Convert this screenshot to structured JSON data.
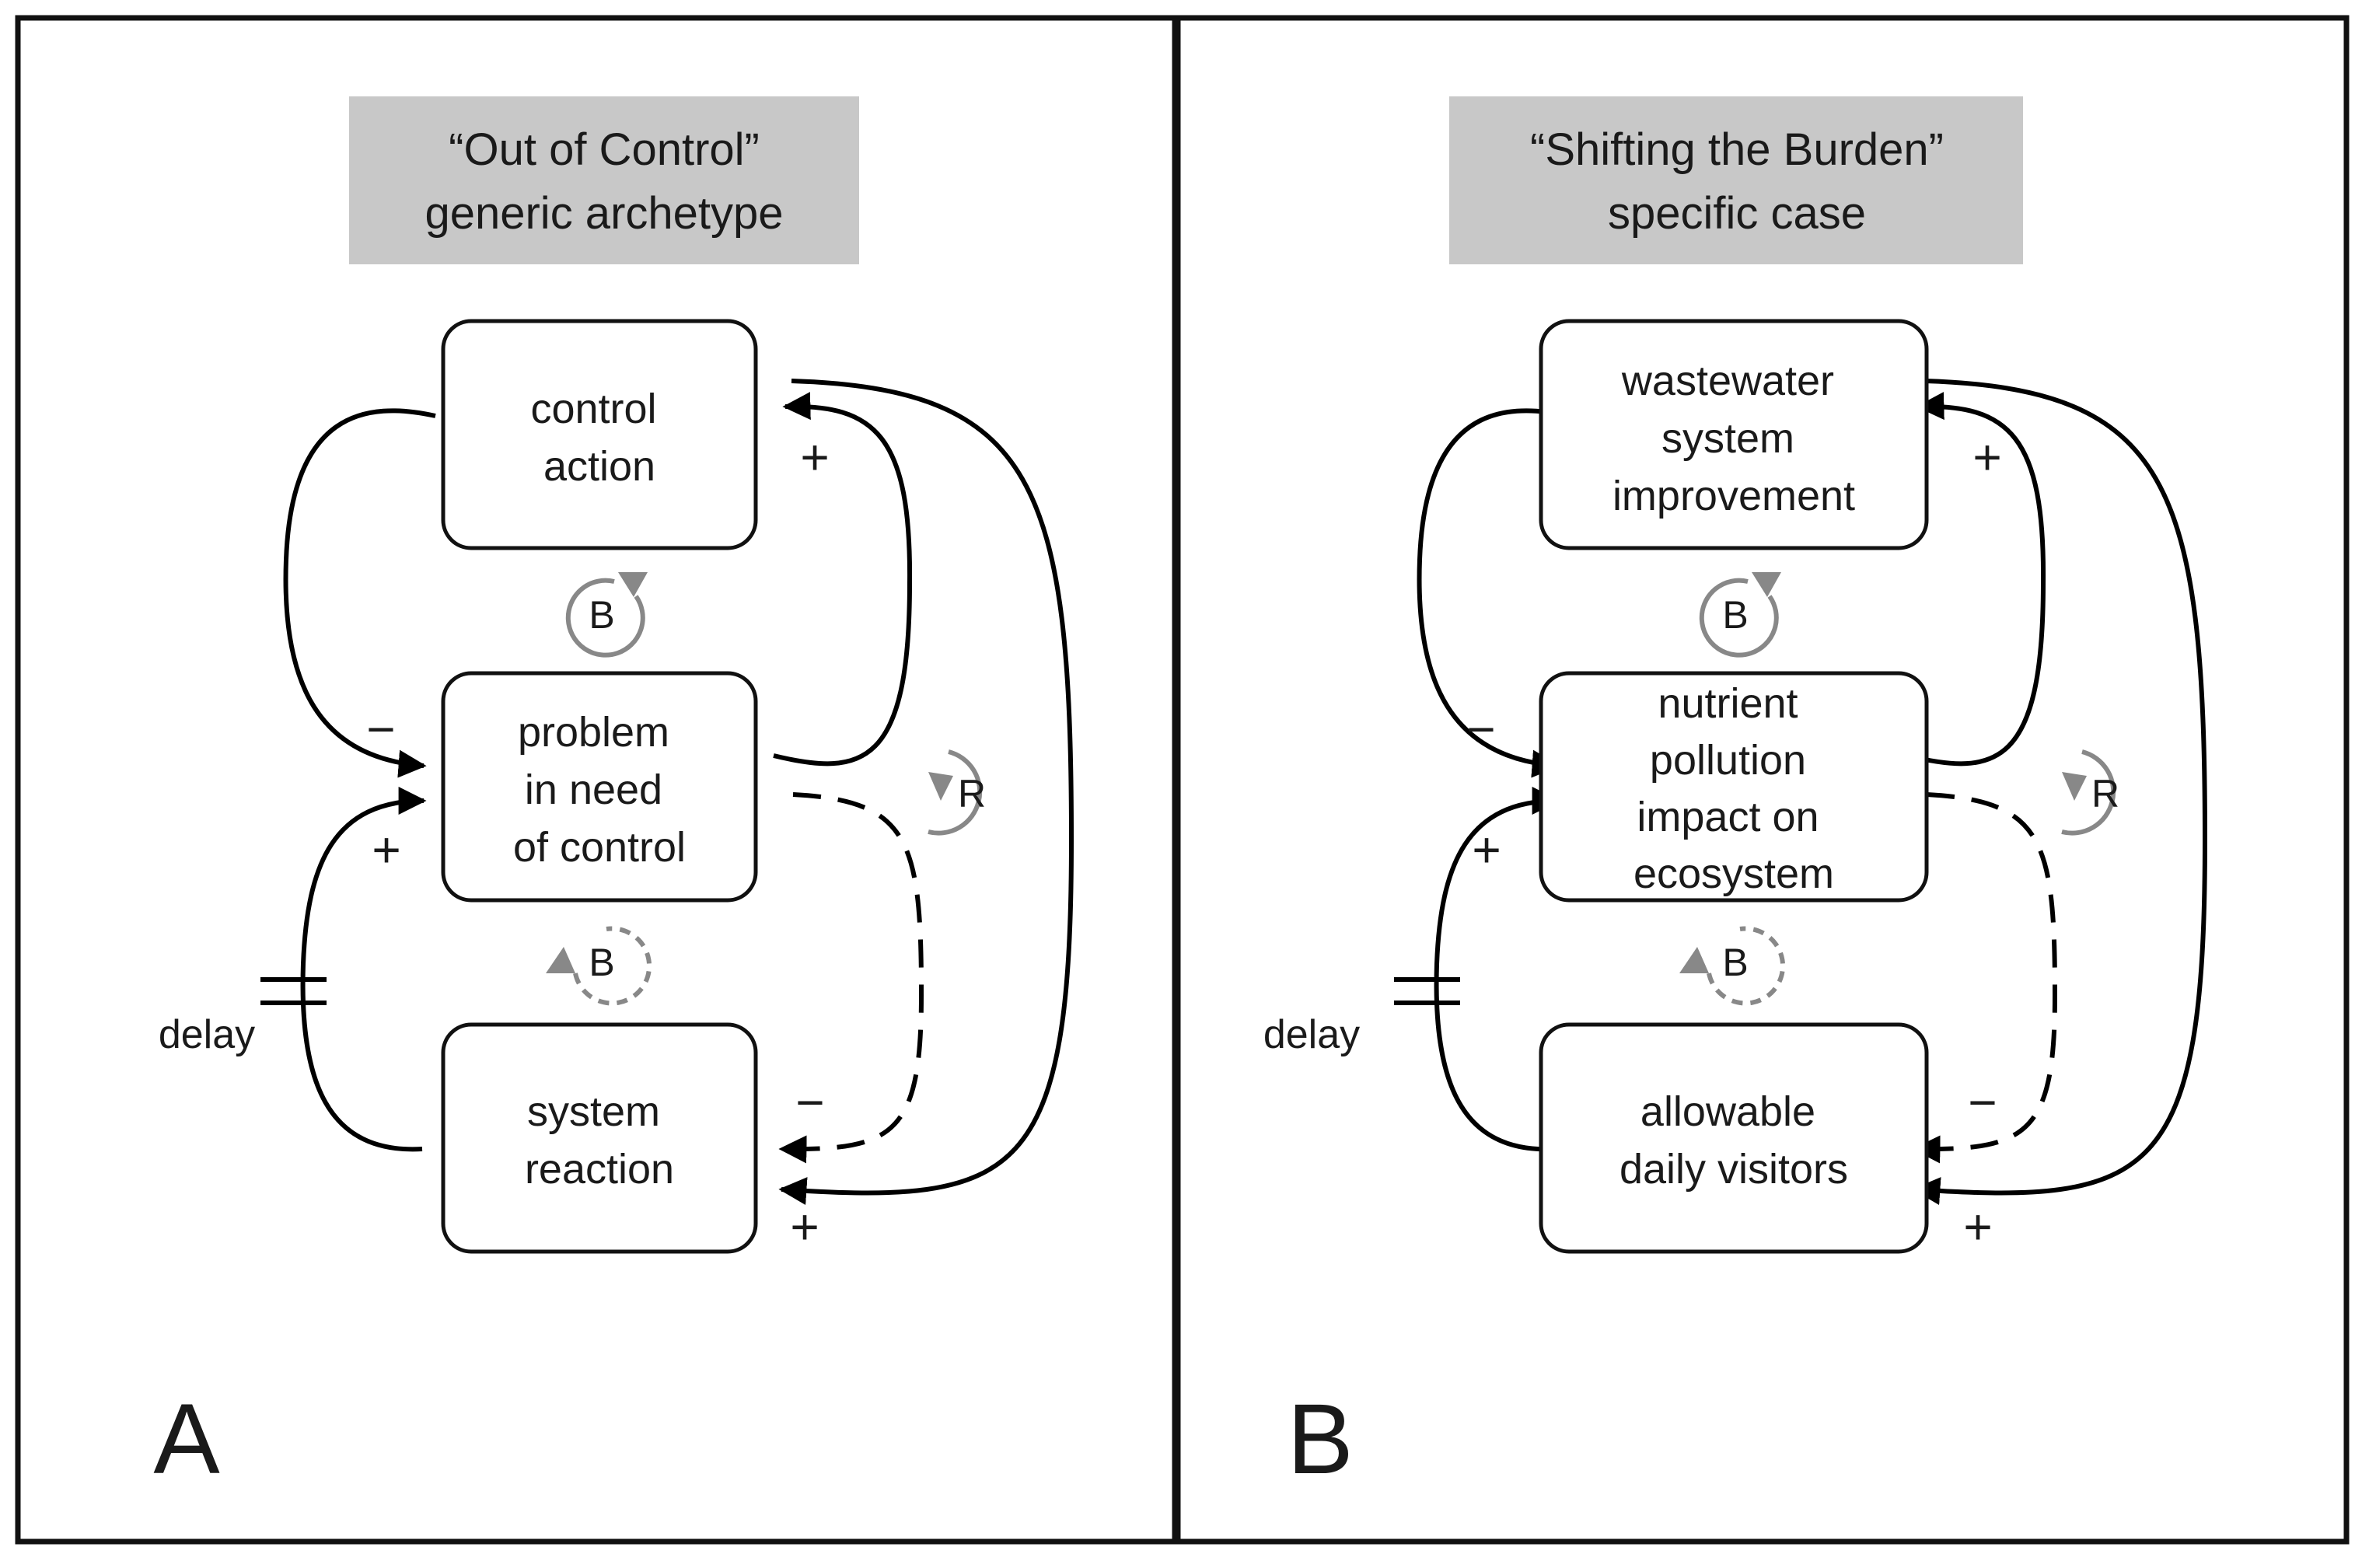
{
  "panels": {
    "a": {
      "letter": "A",
      "title_line1": "“Out of Control”",
      "title_line2": "generic archetype",
      "top_node": [
        "control",
        "action"
      ],
      "middle_node": [
        "problem",
        "in need",
        "of control"
      ],
      "bottom_node": [
        "system",
        "reaction"
      ],
      "loop_b_top": "B",
      "loop_b_bottom": "B",
      "loop_r": "R",
      "delay": "delay",
      "sign_minus_left": "−",
      "sign_plus_left": "+",
      "sign_plus_top": "+",
      "sign_minus_bottom": "−",
      "sign_plus_bottom": "+"
    },
    "b": {
      "letter": "B",
      "title_line1": "“Shifting the Burden”",
      "title_line2": "specific case",
      "top_node": [
        "wastewater",
        "system",
        "improvement"
      ],
      "middle_node": [
        "nutrient",
        "pollution",
        "impact on",
        "ecosystem"
      ],
      "bottom_node": [
        "allowable",
        "daily visitors"
      ],
      "loop_b_top": "B",
      "loop_b_bottom": "B",
      "loop_r": "R",
      "delay": "delay",
      "sign_minus_left": "−",
      "sign_plus_left": "+",
      "sign_plus_top": "+",
      "sign_minus_bottom": "−",
      "sign_plus_bottom": "+"
    }
  },
  "colors": {
    "title_bg": "#c8c8c8",
    "loop_marker": "#888888",
    "stroke": "#000000"
  }
}
